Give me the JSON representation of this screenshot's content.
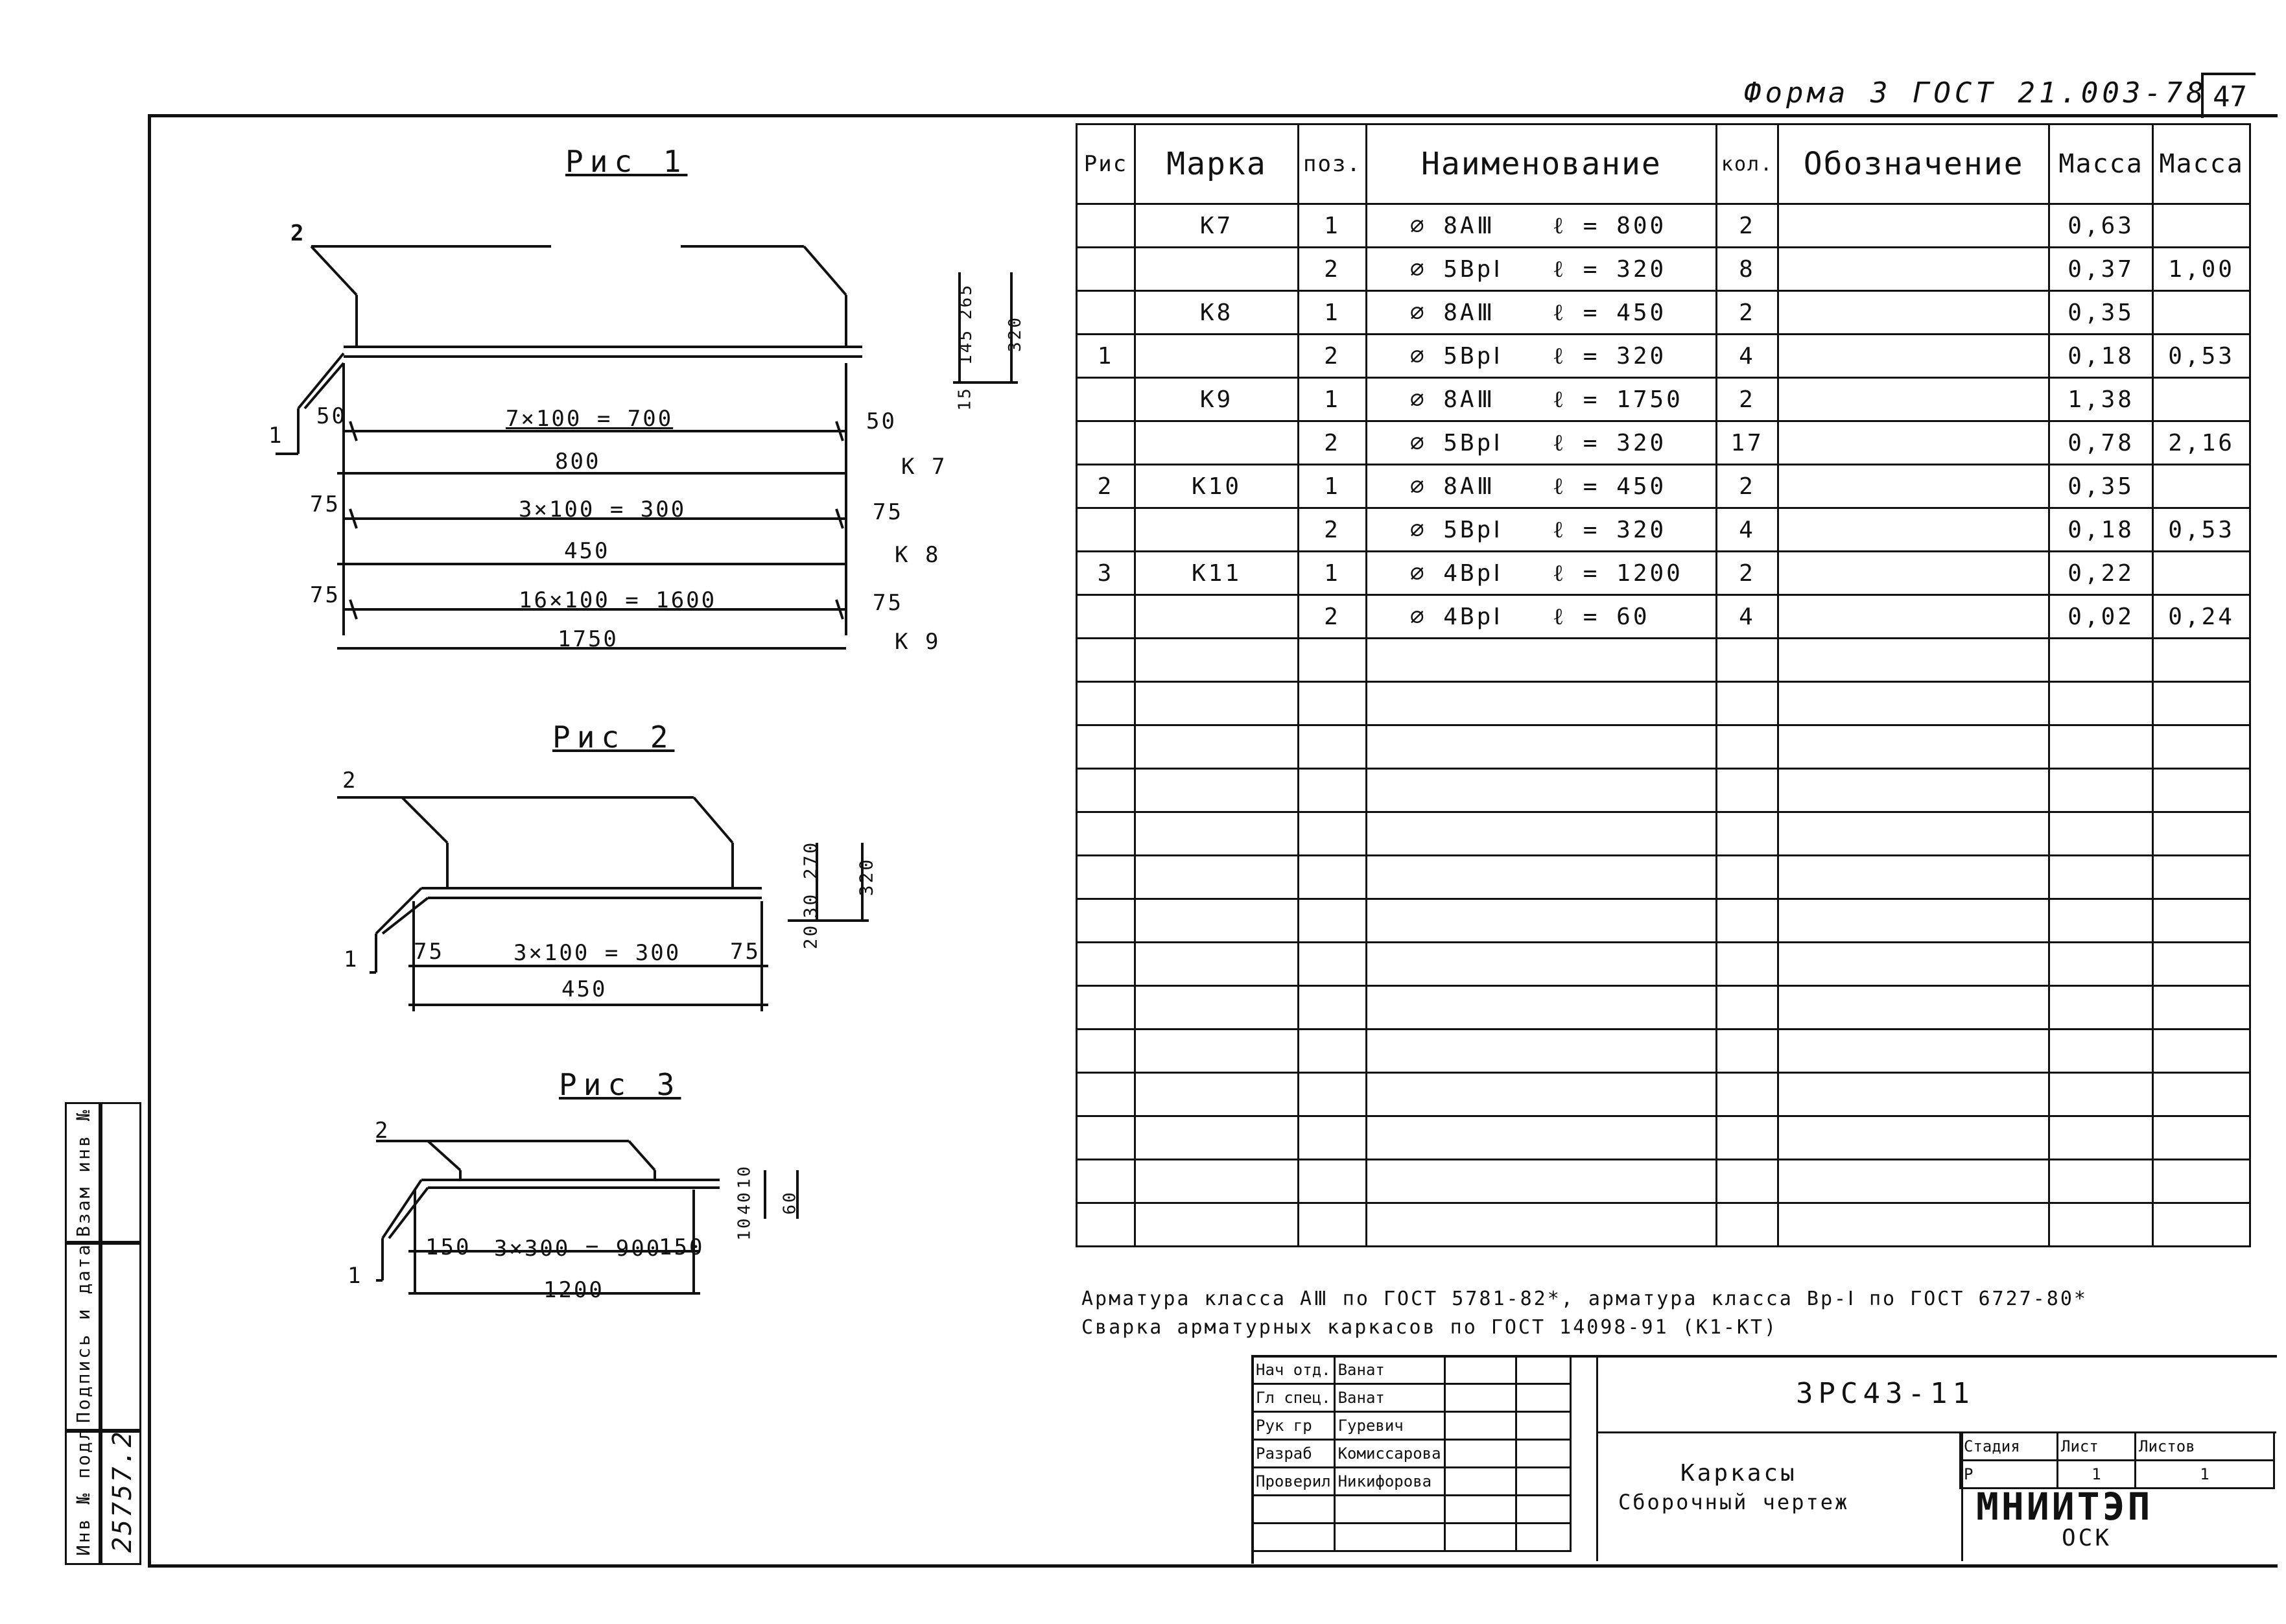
{
  "header": {
    "form_label": "Форма 3  ГОСТ 21.003-78",
    "sheet_number": "47"
  },
  "figures": {
    "fig1": {
      "title": "Рис 1",
      "leader_top": "2",
      "leader_bottom": "1",
      "k7": {
        "left_offset": "50",
        "spacing": "7×100 = 700",
        "right_offset": "50",
        "total": "800",
        "mark": "К 7"
      },
      "k8": {
        "left_offset": "75",
        "spacing": "3×100 = 300",
        "right_offset": "75",
        "total": "450",
        "mark": "К 8"
      },
      "k9": {
        "left_offset": "75",
        "spacing": "16×100 = 1600",
        "right_offset": "75",
        "total": "1750",
        "mark": "К 9"
      },
      "height_dims": [
        "15",
        "145",
        "265",
        "320"
      ]
    },
    "fig2": {
      "title": "Рис 2",
      "leader_top": "2",
      "leader_bottom": "1",
      "left_offset": "75",
      "spacing": "3×100 = 300",
      "right_offset": "75",
      "total": "450",
      "height_dims": [
        "20",
        "30",
        "270",
        "320"
      ]
    },
    "fig3": {
      "title": "Рис 3",
      "leader_top": "2",
      "leader_bottom": "1",
      "left_offset": "150",
      "spacing": "3×300 = 900",
      "right_offset": "150",
      "total": "1200",
      "height_dims": [
        "10",
        "40",
        "10",
        "60"
      ]
    }
  },
  "spec": {
    "headers": {
      "fig": "Рис",
      "mark": "Марка",
      "pos": "поз.",
      "name": "Наименование",
      "qty": "кол.",
      "designation": "Обозначение",
      "mass": "Масса",
      "mass_total": "Масса"
    },
    "rows": [
      {
        "fig": "",
        "mark": "К7",
        "pos": "1",
        "name": "⌀ 8АⅢ",
        "length": "ℓ = 800",
        "qty": "2",
        "mass": "0,63",
        "total": ""
      },
      {
        "fig": "",
        "mark": "",
        "pos": "2",
        "name": "⌀ 5ВрⅠ",
        "length": "ℓ = 320",
        "qty": "8",
        "mass": "0,37",
        "total": "1,00"
      },
      {
        "fig": "",
        "mark": "К8",
        "pos": "1",
        "name": "⌀ 8АⅢ",
        "length": "ℓ = 450",
        "qty": "2",
        "mass": "0,35",
        "total": ""
      },
      {
        "fig": "1",
        "mark": "",
        "pos": "2",
        "name": "⌀ 5ВрⅠ",
        "length": "ℓ = 320",
        "qty": "4",
        "mass": "0,18",
        "total": "0,53"
      },
      {
        "fig": "",
        "mark": "К9",
        "pos": "1",
        "name": "⌀ 8АⅢ",
        "length": "ℓ = 1750",
        "qty": "2",
        "mass": "1,38",
        "total": ""
      },
      {
        "fig": "",
        "mark": "",
        "pos": "2",
        "name": "⌀ 5ВрⅠ",
        "length": "ℓ = 320",
        "qty": "17",
        "mass": "0,78",
        "total": "2,16"
      },
      {
        "fig": "2",
        "mark": "К10",
        "pos": "1",
        "name": "⌀ 8АⅢ",
        "length": "ℓ = 450",
        "qty": "2",
        "mass": "0,35",
        "total": ""
      },
      {
        "fig": "",
        "mark": "",
        "pos": "2",
        "name": "⌀ 5ВрⅠ",
        "length": "ℓ = 320",
        "qty": "4",
        "mass": "0,18",
        "total": "0,53"
      },
      {
        "fig": "3",
        "mark": "К11",
        "pos": "1",
        "name": "⌀ 4ВрⅠ",
        "length": "ℓ = 1200",
        "qty": "2",
        "mass": "0,22",
        "total": ""
      },
      {
        "fig": "",
        "mark": "",
        "pos": "2",
        "name": "⌀ 4ВрⅠ",
        "length": "ℓ = 60",
        "qty": "4",
        "mass": "0,02",
        "total": "0,24"
      }
    ]
  },
  "notes": {
    "line1": "Арматура класса АⅢ по ГОСТ 5781-82*, арматура класса Вр-Ⅰ по ГОСТ 6727-80*",
    "line2": "Сварка арматурных каркасов   по ГОСТ 14098-91 (К1-КТ)"
  },
  "title_block": {
    "doc_code": "3РС43-11",
    "title_line1": "Каркасы",
    "title_line2": "Сборочный чертеж",
    "roles": [
      {
        "role": "Нач отд.",
        "name": "Ванат"
      },
      {
        "role": "Гл спец.",
        "name": "Ванат"
      },
      {
        "role": "Рук гр",
        "name": "Гуревич"
      },
      {
        "role": "Разраб",
        "name": "Комиссарова"
      },
      {
        "role": "Проверил",
        "name": "Никифорова"
      }
    ],
    "stage_label": "Стадия",
    "stage_value": "Р",
    "sheet_label": "Лист",
    "sheet_value": "1",
    "sheets_label": "Листов",
    "sheets_value": "1",
    "org_name": "МНИИТЭП",
    "org_dept": "ОСК"
  },
  "sidebar": {
    "inv_orig": "Инв № подл",
    "sign_date": "Подпись и дата",
    "inv_replace": "Взам инв №",
    "inv_number": "25757.2"
  }
}
